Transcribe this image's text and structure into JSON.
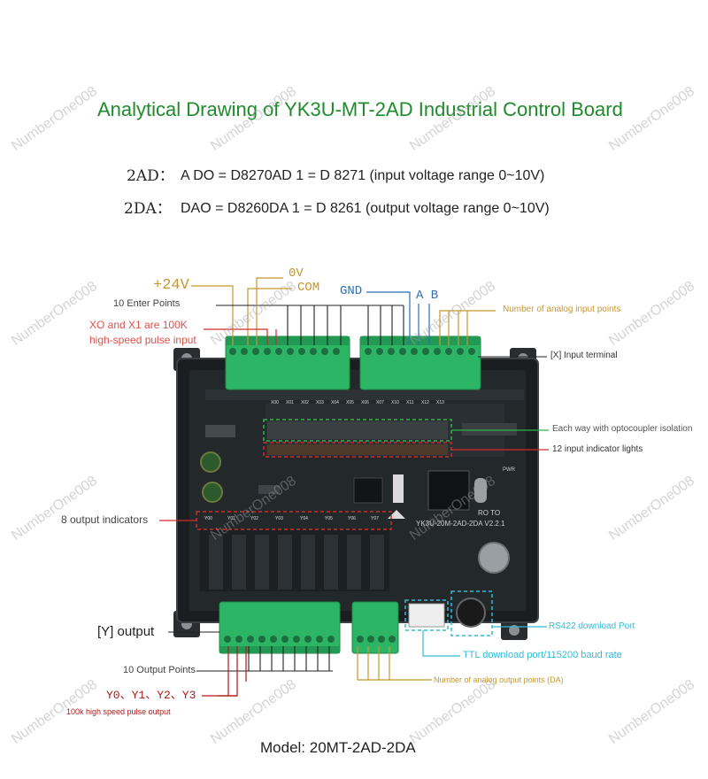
{
  "title": "Analytical Drawing of YK3U-MT-2AD Industrial Control Board",
  "formulas": [
    {
      "key": "2AD：",
      "value": "A DO = D8270AD 1 = D 8271 (input voltage range 0~10V)"
    },
    {
      "key": "2DA：",
      "value": "DAO = D8260DA 1 = D 8261 (output voltage range 0~10V)"
    }
  ],
  "watermark": "NumberOne008",
  "board": {
    "model_print": "YK3U-20M-2AD-2DA V2.2.1",
    "run_label": "RO TO",
    "pwr_label": "PWR",
    "input_labels": [
      "X00",
      "X01",
      "X02",
      "X03",
      "X04",
      "X05",
      "X06",
      "X07",
      "X10",
      "X11",
      "X12",
      "X13"
    ],
    "output_labels": [
      "Y00",
      "Y01",
      "Y02",
      "Y03",
      "Y04",
      "Y05",
      "Y06",
      "Y07"
    ]
  },
  "callouts": {
    "plus24v": "+24V",
    "ov": "0V",
    "com": "COM",
    "gnd": "GND",
    "ab": "A B",
    "enter_points": "10 Enter Points",
    "x0x1_line1": "XO and X1 are 100K",
    "x0x1_line2": "high-speed pulse input",
    "analog_in": "Number of analog input points",
    "input_terminal": "[X] Input terminal",
    "optocoupler": "Each way with optocoupler isolation",
    "input_lights": "12 input indicator lights",
    "output_indicators": "8 output indicators",
    "y_output": "[Y] output",
    "rs422": "RS422 download Port",
    "ttl": "TTL download port/115200 baud rate",
    "output_points": "10 Output Points",
    "analog_out": "Number of analog output points (DA)",
    "y_pulse": "Y0、Y1、Y2、Y3",
    "pulse_note": "100k high speed pulse output"
  },
  "model_line": "Model: 20MT-2AD-2DA",
  "colors": {
    "title": "#1f8b2c",
    "orange": "#c8962e",
    "blue": "#2a6fb3",
    "red": "#d12a2a",
    "dark_red": "#b01818",
    "cyan": "#33b9d6",
    "green": "#2fb24a",
    "board": "#1d2022",
    "terminal": "#2bb565"
  }
}
